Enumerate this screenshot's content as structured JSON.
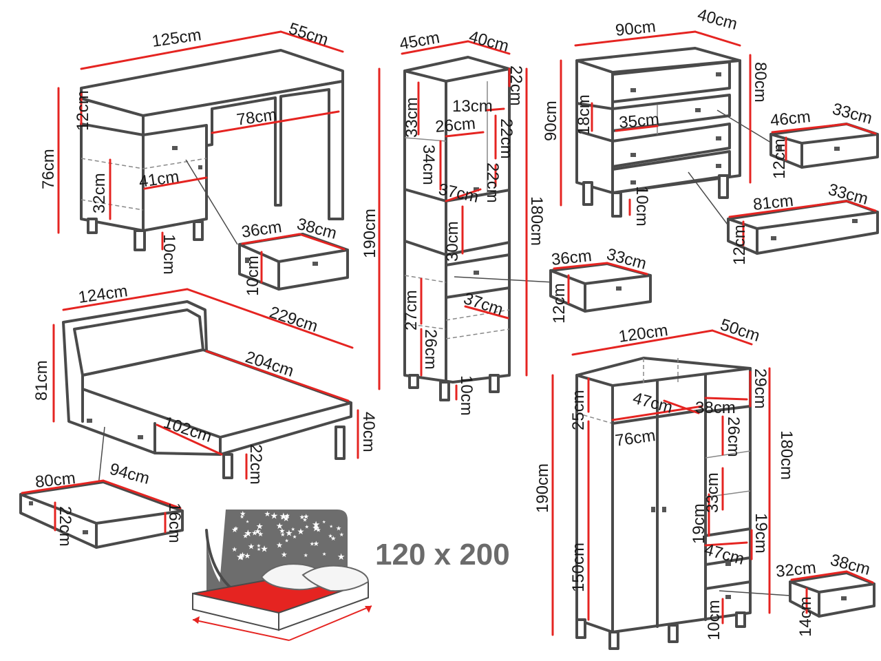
{
  "bed_size_label": "120 x 200",
  "colors": {
    "line": "#4a4a4a",
    "dimension": "#e52421",
    "headboard": "#6d6d6d",
    "mattress": "#e52421",
    "label": "#1a1a1a"
  },
  "desk": {
    "width": "125cm",
    "depth": "55cm",
    "height": "76cm",
    "top_gap": "12cm",
    "knee_space": "78cm",
    "drawer_width": "41cm",
    "shelf_height": "32cm",
    "leg": "10cm",
    "drawer": {
      "width": "36cm",
      "depth": "38cm",
      "height": "10cm"
    }
  },
  "bookcase": {
    "width": "45cm",
    "depth": "40cm",
    "height_total": "190cm",
    "height_body": "180cm",
    "top_shelf": "22cm",
    "upper_compartment": "33cm",
    "inner_width": "26cm",
    "inner_small": "13cm",
    "inner_height": "34cm",
    "side_shelf_a": "22cm",
    "side_shelf_b": "22cm",
    "shelf_depth": "37cm",
    "mid_compartment": "30cm",
    "lower_compartment": "27cm",
    "bottom_compartment": "26cm",
    "drawer_depth": "37cm",
    "leg": "10cm",
    "drawer": {
      "width": "36cm",
      "depth": "33cm",
      "height": "12cm"
    }
  },
  "dresser": {
    "width": "90cm",
    "depth": "40cm",
    "height": "90cm",
    "body_height": "80cm",
    "top_drawer": "18cm",
    "inner_width": "35cm",
    "leg": "10cm",
    "small_drawer": {
      "width": "46cm",
      "depth": "33cm",
      "height": "12cm"
    },
    "large_drawer": {
      "width": "81cm",
      "depth": "33cm",
      "height": "12cm"
    }
  },
  "bed": {
    "width": "124cm",
    "length": "229cm",
    "inner_length": "204cm",
    "height": "81cm",
    "side_height": "40cm",
    "drawer_length": "102cm",
    "clearance": "22cm",
    "drawer": {
      "width": "80cm",
      "depth": "94cm",
      "height": "22cm",
      "height_b": "16cm"
    }
  },
  "wardrobe": {
    "width": "120cm",
    "depth": "50cm",
    "height_total": "190cm",
    "height_body": "180cm",
    "top_shelf": "25cm",
    "top_shelf_right": "29cm",
    "rail_depth": "47cm",
    "shelf_depth": "38cm",
    "inner_width": "76cm",
    "hanging_height": "150cm",
    "shelf_a": "26cm",
    "shelf_b": "33cm",
    "shelf_c": "19cm",
    "shelf_d": "19cm",
    "drawer_depth": "47cm",
    "leg": "10cm",
    "drawer": {
      "width": "32cm",
      "depth": "38cm",
      "height": "14cm"
    }
  }
}
